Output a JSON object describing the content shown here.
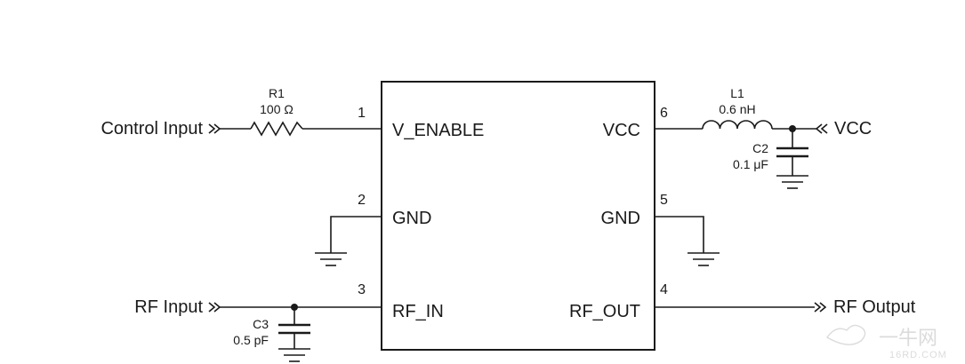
{
  "ic": {
    "left_pins": [
      {
        "number": "1",
        "name": "V_ENABLE"
      },
      {
        "number": "2",
        "name": "GND"
      },
      {
        "number": "3",
        "name": "RF_IN"
      }
    ],
    "right_pins": [
      {
        "number": "6",
        "name": "VCC"
      },
      {
        "number": "5",
        "name": "GND"
      },
      {
        "number": "4",
        "name": "RF_OUT"
      }
    ]
  },
  "ports": {
    "control_input": "Control Input",
    "rf_input": "RF Input",
    "vcc": "VCC",
    "rf_output": "RF Output"
  },
  "components": {
    "r1": {
      "ref": "R1",
      "value": "100 Ω"
    },
    "l1": {
      "ref": "L1",
      "value": "0.6 nH"
    },
    "c2": {
      "ref": "C2",
      "value": "0.1 μF"
    },
    "c3": {
      "ref": "C3",
      "value": "0.5 pF"
    }
  },
  "watermark": {
    "main": "一牛网",
    "sub": "16RD.COM"
  },
  "colors": {
    "line": "#1a1a1a",
    "background": "#ffffff",
    "watermark": "#d8d8d8"
  }
}
